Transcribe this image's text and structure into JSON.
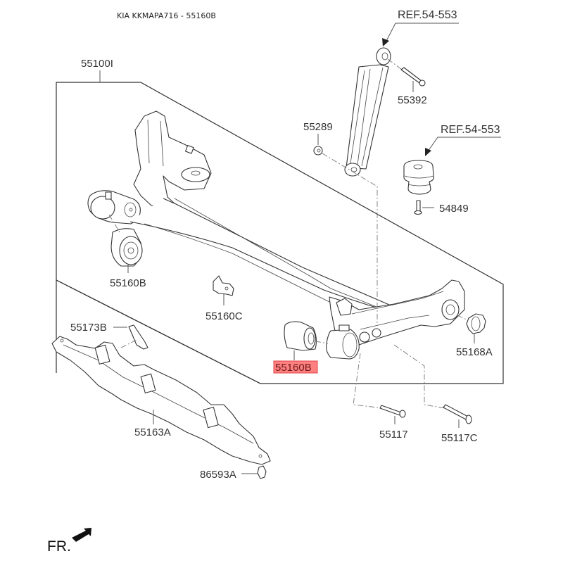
{
  "header": {
    "title": "KIA KKMAPA716 - 55160B"
  },
  "assembly": {
    "label": "55100I"
  },
  "references": [
    {
      "id": "ref-shock",
      "label": "REF.54-553"
    },
    {
      "id": "ref-bumper",
      "label": "REF.54-553"
    }
  ],
  "parts": {
    "p55392": "55392",
    "p55289": "55289",
    "p54849": "54849",
    "p55160B_left": "55160B",
    "p55160C": "55160C",
    "p55173B": "55173B",
    "p55160B_selected": "55160B",
    "p55168A": "55168A",
    "p55163A": "55163A",
    "p55117": "55117",
    "p55117C": "55117C",
    "p86593A": "86593A"
  },
  "selected_part": "55160B",
  "highlight_color": "#ff6b6b",
  "orientation": {
    "label": "FR.",
    "icon": "front-direction-arrow-icon"
  }
}
